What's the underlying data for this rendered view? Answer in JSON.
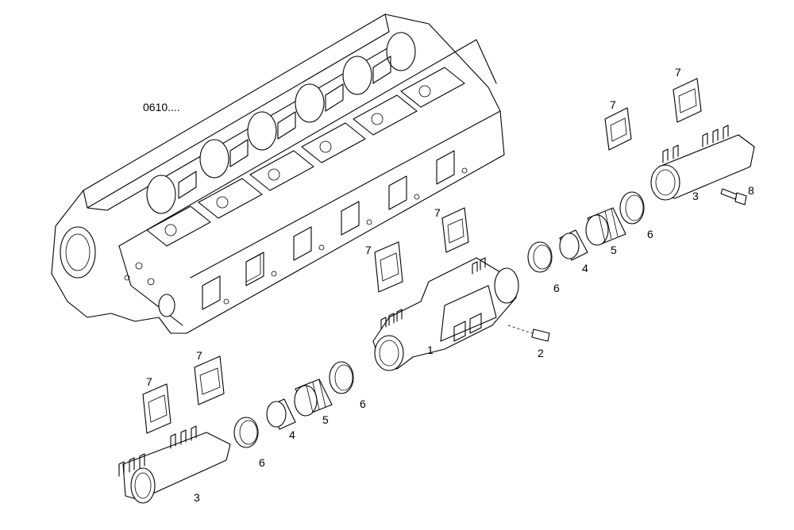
{
  "reference_code": "0610....",
  "callouts": {
    "manifold_center": "1",
    "stud": "2",
    "manifold_end_right": "3",
    "manifold_end_left": "3",
    "sleeve_upper": "4",
    "sleeve_lower": "4",
    "bellows_upper": "5",
    "bellows_lower": "5",
    "clamp_upper_a": "6",
    "clamp_upper_b": "6",
    "clamp_lower_a": "6",
    "clamp_lower_b": "6",
    "gasket_a": "7",
    "gasket_b": "7",
    "gasket_c": "7",
    "gasket_d": "7",
    "gasket_e": "7",
    "gasket_f": "7",
    "bolt": "8"
  }
}
